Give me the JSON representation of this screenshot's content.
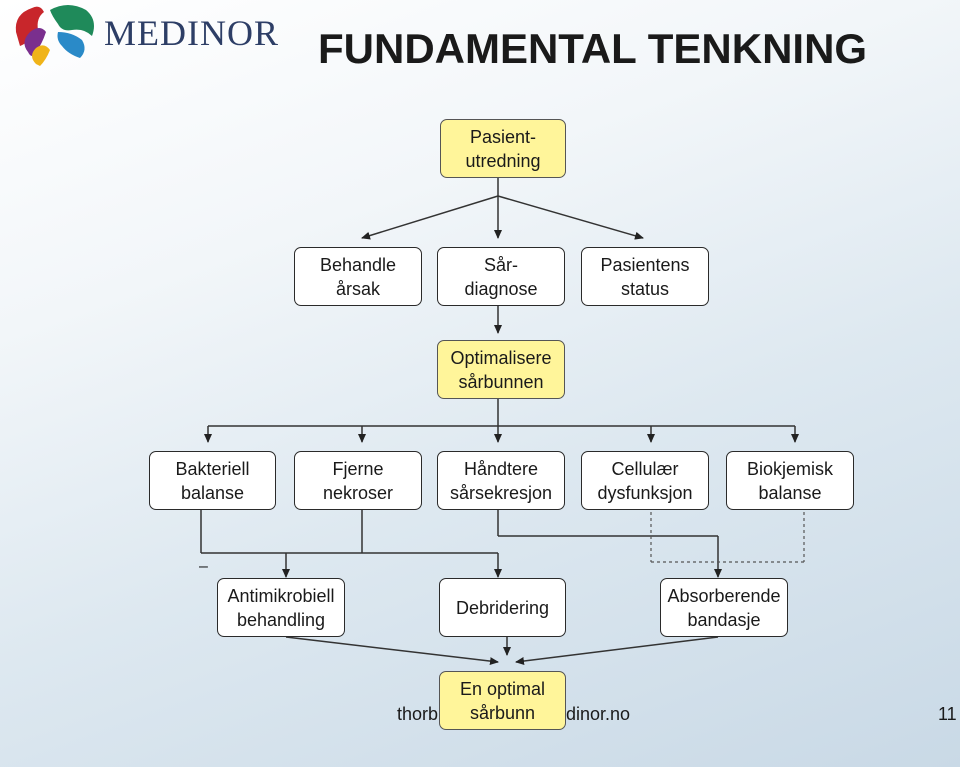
{
  "header": {
    "logo_text": "MEDINOR",
    "title": "FUNDAMENTAL TENKNING"
  },
  "nodes": {
    "pasient_utredning": "Pasient-\nutredning",
    "behandle_arsak": "Behandle\nårsak",
    "sar_diagnose": "Sår-\ndiagnose",
    "pasientens_status": "Pasientens\nstatus",
    "optimalisere": "Optimalisere\nsårbunnen",
    "bakteriell": "Bakteriell\nbalanse",
    "fjerne": "Fjerne\nnekroser",
    "handtere": "Håndtere\nsårsekresjon",
    "cellular": "Cellulær\ndysfunksjon",
    "biokjemisk": "Biokjemisk\nbalanse",
    "antimikrobiell": "Antimikrobiell\nbehandling",
    "debridering": "Debridering",
    "absorberende": "Absorberende\nbandasje",
    "optimal": "En optimal\nsårbunn"
  },
  "footer": {
    "email_left": "thorb",
    "email_right": "dinor.no",
    "page_number": "11",
    "dash": "–"
  },
  "colors": {
    "highlight_box": "#fff59a",
    "line": "#333333"
  }
}
